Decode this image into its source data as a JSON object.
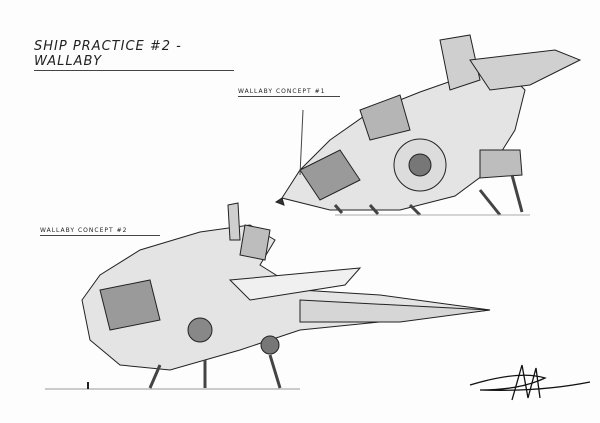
{
  "title": "SHIP PRACTICE #2 - WALLABY",
  "concepts": [
    {
      "label": "WALLABY CONCEPT #1"
    },
    {
      "label": "WALLABY CONCEPT #2"
    }
  ],
  "signature": "artist signature",
  "colors": {
    "ink": "#222222",
    "shade": "#8a8a8a",
    "light": "#d8d8d8"
  }
}
